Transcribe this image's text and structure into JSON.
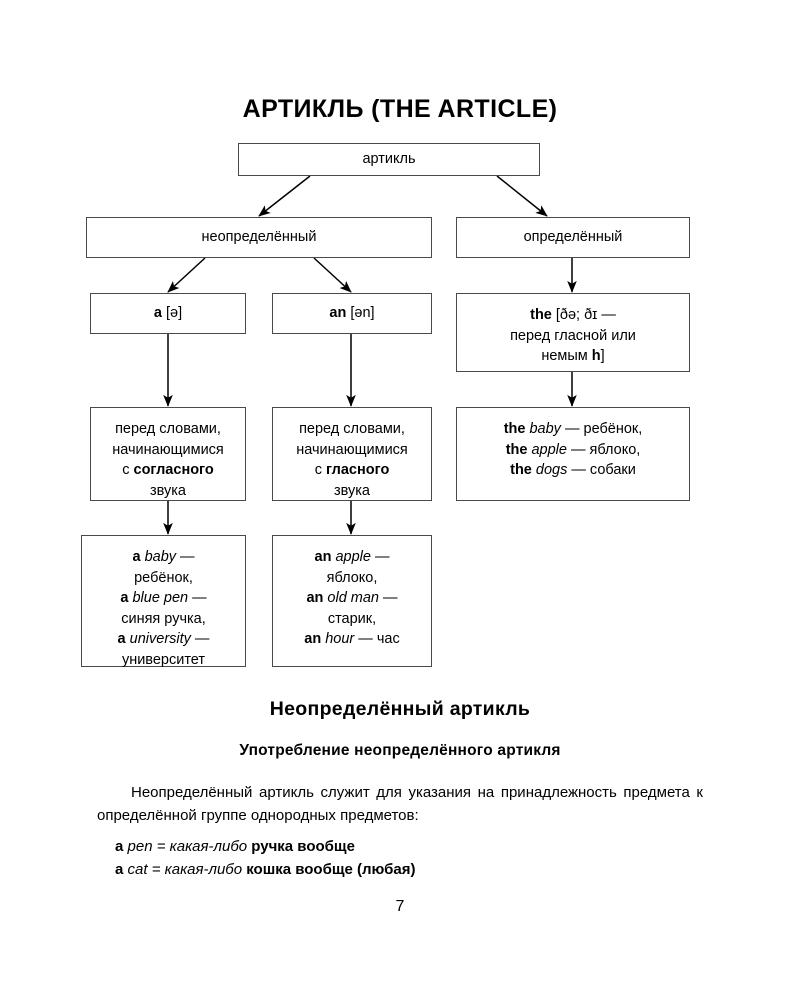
{
  "page": {
    "title": "АРТИКЛЬ (THE ARTICLE)",
    "number": "7"
  },
  "diagram": {
    "root": {
      "label": "артикль"
    },
    "level2": {
      "indefinite": "неопределённый",
      "definite": "определённый"
    },
    "level3": {
      "a": {
        "article": "a",
        "transcription": "[ə]"
      },
      "an": {
        "article": "an",
        "transcription": "[ən]"
      },
      "the": {
        "line1_article": "the",
        "line1_rest": " [ðə; ðɪ —",
        "line2": "перед гласной или",
        "line3_prefix": "немым ",
        "line3_bold": "h",
        "line3_suffix": "]"
      }
    },
    "level4": {
      "a_rule": {
        "line1": "перед словами,",
        "line2": "начинающимися",
        "line3_prefix": "с ",
        "line3_bold": "согласного",
        "line4": "звука"
      },
      "an_rule": {
        "line1": "перед словами,",
        "line2": "начинающимися",
        "line3_prefix": "с ",
        "line3_bold": "гласного",
        "line4": "звука"
      },
      "the_examples": [
        {
          "article": "the",
          "word": "baby",
          "dash": " — ",
          "translation": "ребёнок,"
        },
        {
          "article": "the",
          "word": "apple",
          "dash": " — ",
          "translation": "яблоко,"
        },
        {
          "article": "the",
          "word": "dogs",
          "dash": " — ",
          "translation": "собаки"
        }
      ]
    },
    "level5": {
      "a_examples": [
        {
          "article": "a",
          "word": "baby",
          "dash": " —",
          "translation": "ребёнок,"
        },
        {
          "article": "a",
          "word": "blue pen",
          "dash": " —",
          "translation": "синяя ручка,"
        },
        {
          "article": "a",
          "word": "university",
          "dash": " —",
          "translation": "университет"
        }
      ],
      "an_examples": [
        {
          "article": "an",
          "word": "apple",
          "dash": " —",
          "translation": "яблоко,"
        },
        {
          "article": "an",
          "word": "old man",
          "dash": " —",
          "translation": "старик,"
        },
        {
          "article": "an",
          "word": "hour",
          "dash": " — ",
          "translation": "час",
          "inline": true
        }
      ]
    }
  },
  "section": {
    "heading": "Неопределённый артикль",
    "subheading": "Употребление неопределённого артикля",
    "paragraph": "Неопределённый артикль служит для указания на принадлежность предмета к определённой группе однородных предметов:",
    "examples": [
      {
        "article": "a",
        "word": "pen",
        "equals": " = ",
        "phrase_italic": "какая-либо ",
        "phrase_bold": "ручка вообще"
      },
      {
        "article": "a",
        "word": "cat",
        "equals": " = ",
        "phrase_italic": "какая-либо ",
        "phrase_bold": "кошка вообще (любая)"
      }
    ]
  }
}
